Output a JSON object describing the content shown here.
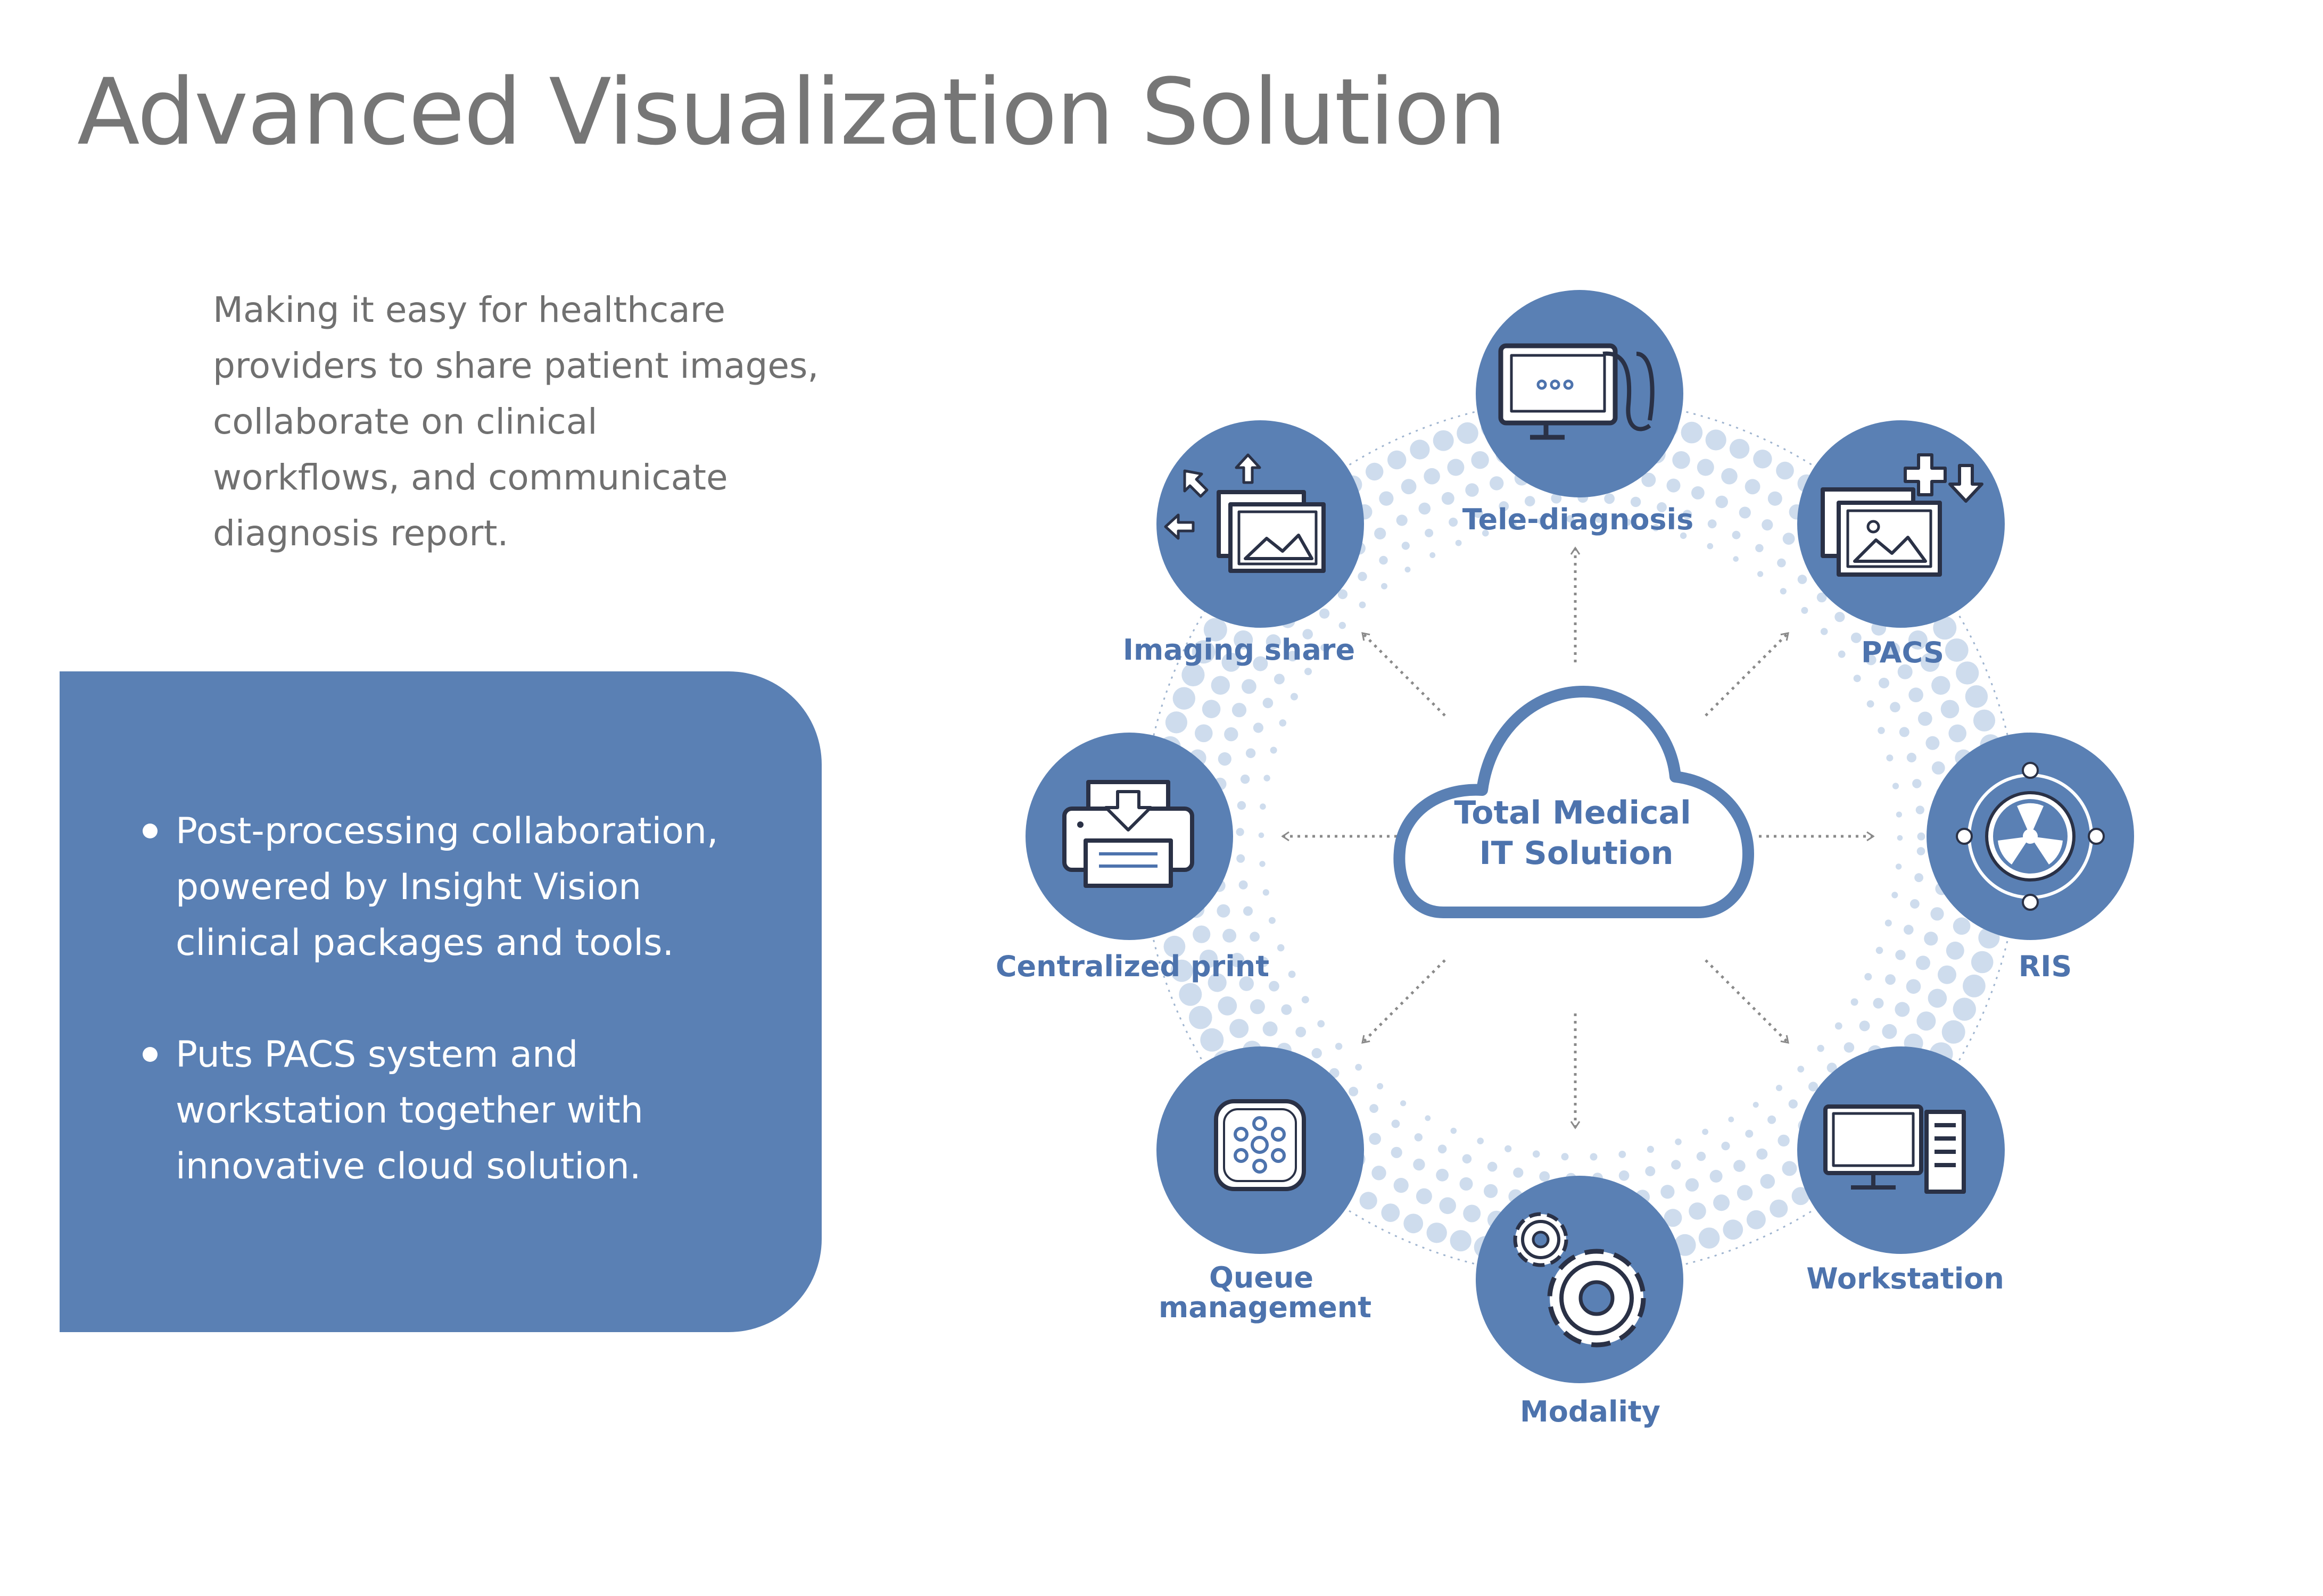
{
  "page": {
    "title": "Advanced Visualization Solution",
    "intro_lines": [
      "Making it easy for healthcare",
      "providers to share patient images,",
      "collaborate on clinical",
      "workflows, and communicate",
      "diagnosis report."
    ]
  },
  "panel": {
    "bullets": [
      {
        "lines": [
          "Post-processing collaboration,",
          "powered by Insight Vision",
          "clinical packages and tools."
        ]
      },
      {
        "lines": [
          "Puts PACS system and",
          "workstation together with",
          "innovative cloud solution."
        ]
      }
    ]
  },
  "diagram": {
    "center_lines": [
      "Total Medical",
      "IT Solution"
    ],
    "nodes": [
      {
        "id": "tele-diagnosis",
        "labels": [
          "Tele-diagnosis"
        ],
        "icon": "monitor-stethoscope-icon"
      },
      {
        "id": "pacs",
        "labels": [
          "PACS"
        ],
        "icon": "image-stack-add-icon"
      },
      {
        "id": "ris",
        "labels": [
          "RIS"
        ],
        "icon": "radiation-dial-icon"
      },
      {
        "id": "workstation",
        "labels": [
          "Workstation"
        ],
        "icon": "computer-workstation-icon"
      },
      {
        "id": "modality",
        "labels": [
          "Modality"
        ],
        "icon": "gears-icon"
      },
      {
        "id": "queue-management",
        "labels": [
          "Queue",
          "management"
        ],
        "icon": "queue-dots-icon"
      },
      {
        "id": "centralized-print",
        "labels": [
          "Centralized print"
        ],
        "icon": "printer-icon"
      },
      {
        "id": "imaging-share",
        "labels": [
          "Imaging share"
        ],
        "icon": "image-share-icon"
      }
    ]
  },
  "colors": {
    "accent": "#5a80b4",
    "node_fill": "#5a80b4",
    "label": "#4d73ad",
    "title_gray": "#767676",
    "dots": "#c5d6ea"
  }
}
